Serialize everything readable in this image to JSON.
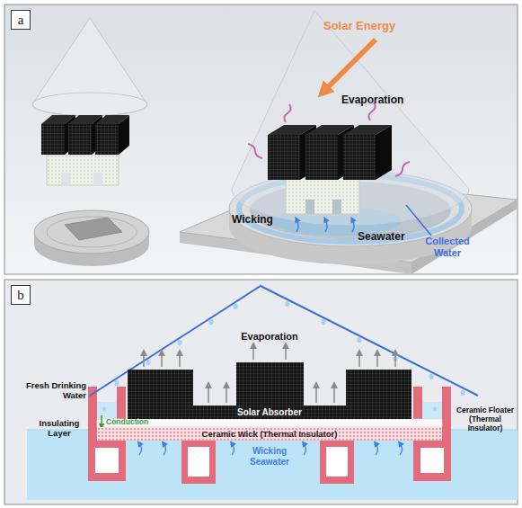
{
  "diagram": {
    "nodes": [
      {
        "text": [
          "a"
        ]
      },
      {
        "text": [
          "b"
        ]
      },
      {
        "text": [
          "Solar Absorber"
        ]
      },
      {
        "text": [
          "Ceramic Wick (Thermal Insulator)"
        ]
      }
    ],
    "labels": [
      "Solar Energy",
      "Evaporation",
      "Wicking",
      "Seawater",
      "Collected Water",
      "Evaporation",
      "Fresh Drinking Water",
      "Insulating Layer",
      "Conduction",
      "Ceramic Floater (Thermal Insulator)",
      "Wicking Seawater"
    ]
  }
}
